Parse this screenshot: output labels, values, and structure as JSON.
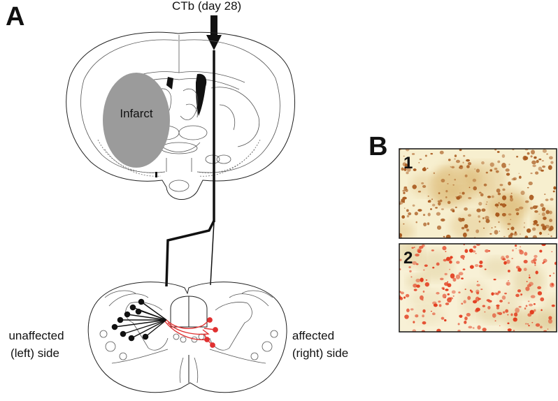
{
  "panel_a": {
    "letter": "A",
    "tracer_label": "CTb (day 28)",
    "infarct_label": "Infarct",
    "left_side_label_1": "unaffected",
    "left_side_label_2": "(left) side",
    "right_side_label_1": "affected",
    "right_side_label_2": "(right) side"
  },
  "panel_b": {
    "letter": "B",
    "images": [
      {
        "number": "1"
      },
      {
        "number": "2"
      }
    ]
  },
  "colors": {
    "infarct": "#9b9b9b",
    "projection_affected": "#e03030",
    "projection_unaffected": "#111111",
    "stain_background": "#f6ecc8",
    "stain_brown": "#a8581c",
    "stain_red": "#e23a1c"
  }
}
